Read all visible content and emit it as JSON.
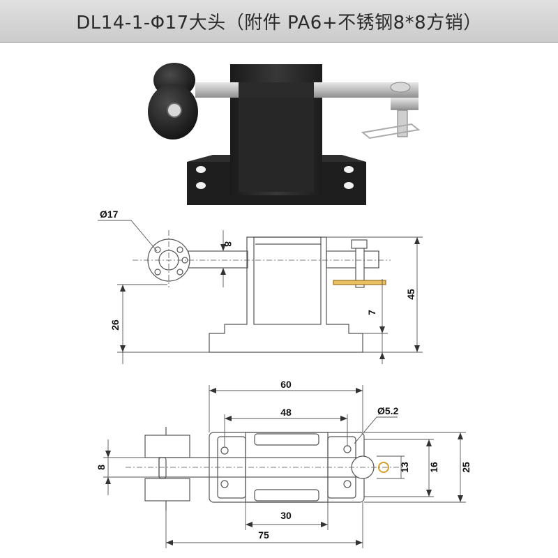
{
  "title": "DL14-1-Φ17大头（附件 PA6+不锈钢8*8方销）",
  "dimensions": {
    "side_view": {
      "roller_diameter": "Ø17",
      "bar": "8",
      "height_total": "45",
      "height_axis": "26",
      "base_thickness": "7"
    },
    "top_view": {
      "width_outer": "60",
      "width_holes": "48",
      "hole_diameter": "Ø5.2",
      "slot": "30",
      "length_total": "75",
      "bar": "8",
      "d13": "13",
      "d16": "16",
      "d25": "25"
    }
  },
  "colors": {
    "part_body": "#222222",
    "steel": "#c8c8c8",
    "pin": "#e0b040",
    "drawing_line": "#555555",
    "title_bg": "#d4d4d4"
  }
}
